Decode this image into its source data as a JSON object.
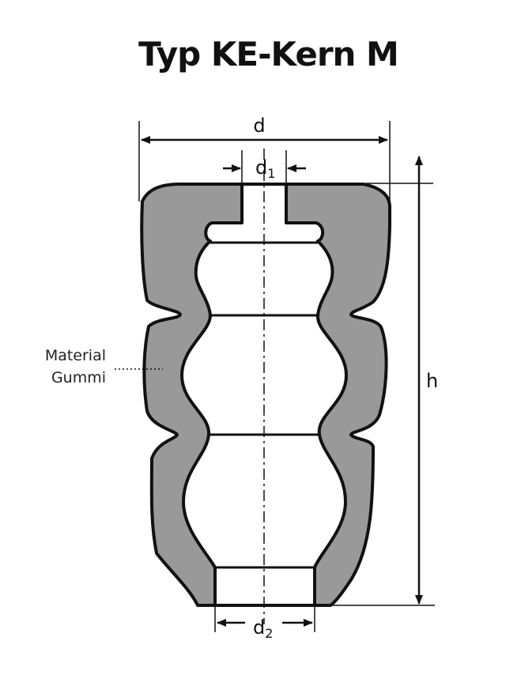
{
  "title": "Typ KE-Kern M",
  "labels": {
    "d": "d",
    "d1": "d",
    "d1_sub": "1",
    "d2": "d",
    "d2_sub": "2",
    "h": "h",
    "material_line1": "Material",
    "material_line2": "Gummi"
  },
  "colors": {
    "rubber_fill": "#999999",
    "outline": "#111111",
    "background": "#ffffff"
  }
}
